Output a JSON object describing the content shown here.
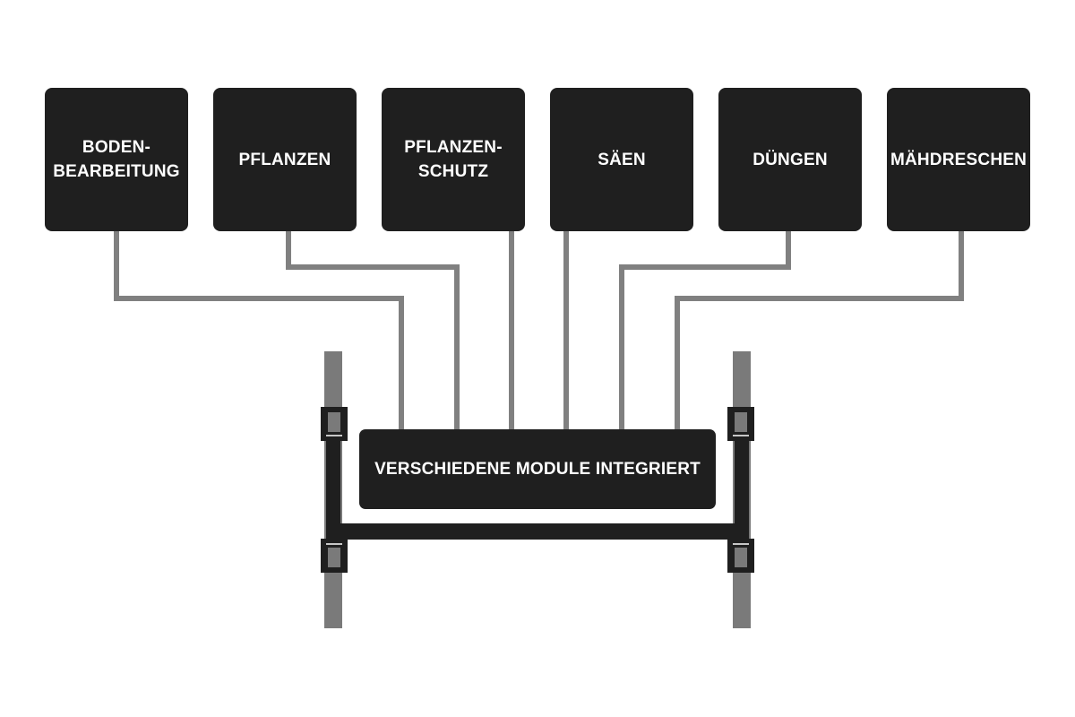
{
  "modules": [
    {
      "label": "BODEN-\nBEARBEITUNG"
    },
    {
      "label": "PFLANZEN"
    },
    {
      "label": "PFLANZEN-\nSCHUTZ"
    },
    {
      "label": "SÄEN"
    },
    {
      "label": "DÜNGEN"
    },
    {
      "label": "MÄHDRESCHEN"
    }
  ],
  "central": {
    "label": "VERSCHIEDENE MODULE INTEGRIERT"
  },
  "colors": {
    "box": "#1f1f1f",
    "text": "#ffffff",
    "connector": "#808080",
    "wheel": "#7a7a7a",
    "frame": "#1f1f1f"
  }
}
